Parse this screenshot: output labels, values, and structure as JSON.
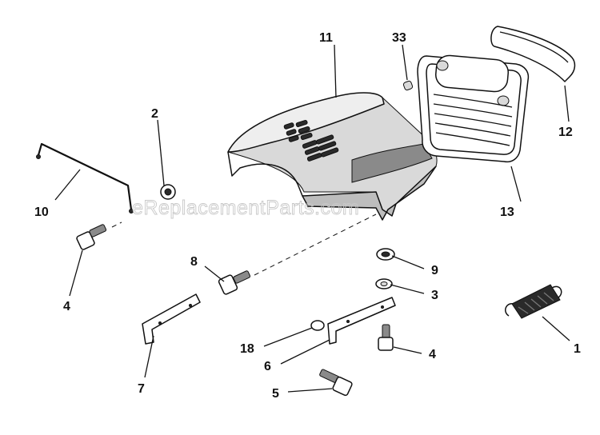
{
  "watermark": "eReplacementParts.com",
  "callouts": {
    "c1": "1",
    "c2": "2",
    "c3": "3",
    "c4a": "4",
    "c4b": "4",
    "c5": "5",
    "c6": "6",
    "c7": "7",
    "c8": "8",
    "c9": "9",
    "c10": "10",
    "c11": "11",
    "c12": "12",
    "c13": "13",
    "c18": "18",
    "c33": "33"
  },
  "colors": {
    "line": "#111111",
    "shade_dark": "#2a2a2a",
    "shade_mid": "#8a8a8a",
    "shade_light": "#d9d9d9",
    "watermark": "#c8c8c8"
  }
}
